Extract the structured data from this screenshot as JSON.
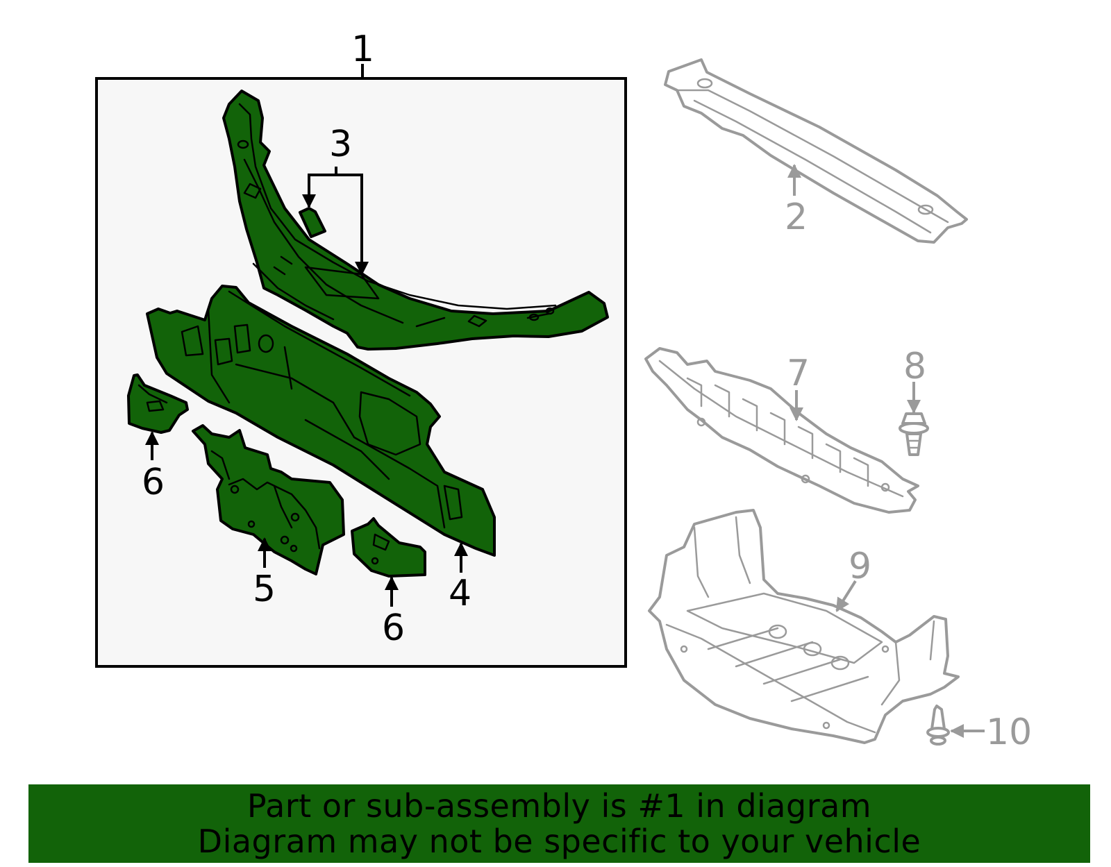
{
  "callouts": {
    "c1": "1",
    "c2": "2",
    "c3": "3",
    "c4": "4",
    "c5": "5",
    "c6a": "6",
    "c6b": "6",
    "c7": "7",
    "c8": "8",
    "c9": "9",
    "c10": "10"
  },
  "banner": {
    "line1": "Part or sub-assembly is #1 in diagram",
    "line2": "Diagram may not be specific to your vehicle"
  },
  "colors": {
    "highlight": "#126309",
    "subassembly_box": "#f7f7f7",
    "other_parts": "#9a9a9a",
    "banner": "#126309"
  }
}
